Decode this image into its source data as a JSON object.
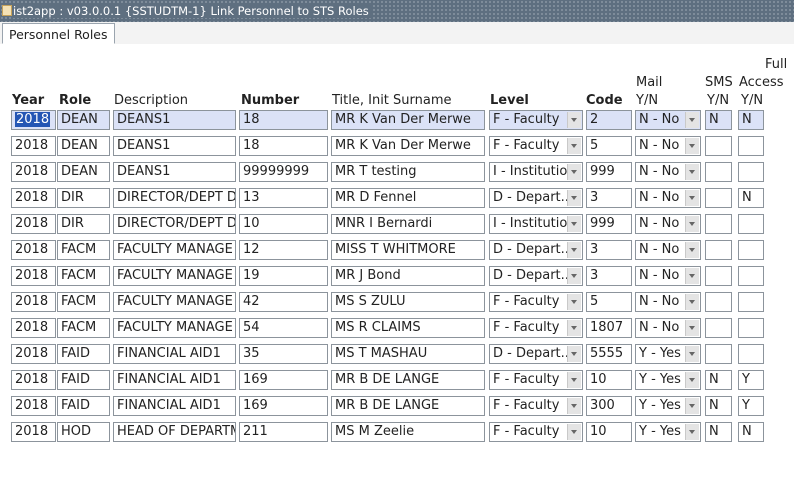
{
  "window": {
    "title": "ist2app : v03.0.0.1 {SSTUDTM-1} Link Personnel to STS Roles"
  },
  "tabs": [
    {
      "label": "Personnel Roles"
    }
  ],
  "headers": {
    "year": "Year",
    "role": "Role",
    "description": "Description",
    "number": "Number",
    "title": "Title, Init Surname",
    "level": "Level",
    "code": "Code",
    "mail_top": "Mail",
    "mail_bottom": "Y/N",
    "sms_top": "SMS",
    "sms_bottom": "Y/N",
    "full_top": "Full",
    "full_mid": "Access",
    "full_bottom": "Y/N"
  },
  "rows": [
    {
      "year": "2018",
      "role": "DEAN",
      "description": "DEANS1",
      "number": "18",
      "title": "MR K Van Der Merwe",
      "level": "F - Faculty",
      "code": "2",
      "mail": "N - No",
      "sms": "N",
      "full": "N"
    },
    {
      "year": "2018",
      "role": "DEAN",
      "description": "DEANS1",
      "number": "18",
      "title": "MR K Van Der Merwe",
      "level": "F - Faculty",
      "code": "5",
      "mail": "N - No",
      "sms": "",
      "full": ""
    },
    {
      "year": "2018",
      "role": "DEAN",
      "description": "DEANS1",
      "number": "99999999",
      "title": "MR T testing",
      "level": "I - Institution",
      "code": "999",
      "mail": "N - No",
      "sms": "",
      "full": ""
    },
    {
      "year": "2018",
      "role": "DIR",
      "description": "DIRECTOR/DEPT D",
      "number": "13",
      "title": "MR D Fennel",
      "level": "D - Depart...",
      "code": "3",
      "mail": "N - No",
      "sms": "",
      "full": "N"
    },
    {
      "year": "2018",
      "role": "DIR",
      "description": "DIRECTOR/DEPT D",
      "number": "10",
      "title": "MNR I Bernardi",
      "level": "I - Institution",
      "code": "999",
      "mail": "N - No",
      "sms": "",
      "full": ""
    },
    {
      "year": "2018",
      "role": "FACM",
      "description": "FACULTY MANAGE",
      "number": "12",
      "title": "MISS T WHITMORE",
      "level": "D - Depart...",
      "code": "3",
      "mail": "N - No",
      "sms": "",
      "full": ""
    },
    {
      "year": "2018",
      "role": "FACM",
      "description": "FACULTY MANAGE",
      "number": "19",
      "title": "MR J Bond",
      "level": "D - Depart...",
      "code": "3",
      "mail": "N - No",
      "sms": "",
      "full": ""
    },
    {
      "year": "2018",
      "role": "FACM",
      "description": "FACULTY MANAGE",
      "number": "42",
      "title": "MS S ZULU",
      "level": "F - Faculty",
      "code": "5",
      "mail": "N - No",
      "sms": "",
      "full": ""
    },
    {
      "year": "2018",
      "role": "FACM",
      "description": "FACULTY MANAGE",
      "number": "54",
      "title": "MS R CLAIMS",
      "level": "F - Faculty",
      "code": "1807",
      "mail": "N - No",
      "sms": "",
      "full": ""
    },
    {
      "year": "2018",
      "role": "FAID",
      "description": "FINANCIAL AID1",
      "number": "35",
      "title": "MS T MASHAU",
      "level": "D - Depart...",
      "code": "5555",
      "mail": "Y - Yes",
      "sms": "",
      "full": ""
    },
    {
      "year": "2018",
      "role": "FAID",
      "description": "FINANCIAL AID1",
      "number": "169",
      "title": "MR B DE LANGE",
      "level": "F - Faculty",
      "code": "10",
      "mail": "Y - Yes",
      "sms": "N",
      "full": "Y"
    },
    {
      "year": "2018",
      "role": "FAID",
      "description": "FINANCIAL AID1",
      "number": "169",
      "title": "MR B DE LANGE",
      "level": "F - Faculty",
      "code": "300",
      "mail": "Y - Yes",
      "sms": "N",
      "full": "Y"
    },
    {
      "year": "2018",
      "role": "HOD",
      "description": "HEAD OF DEPARTM",
      "number": "211",
      "title": "MS M Zeelie",
      "level": "F - Faculty",
      "code": "10",
      "mail": "Y - Yes",
      "sms": "N",
      "full": "N"
    }
  ]
}
